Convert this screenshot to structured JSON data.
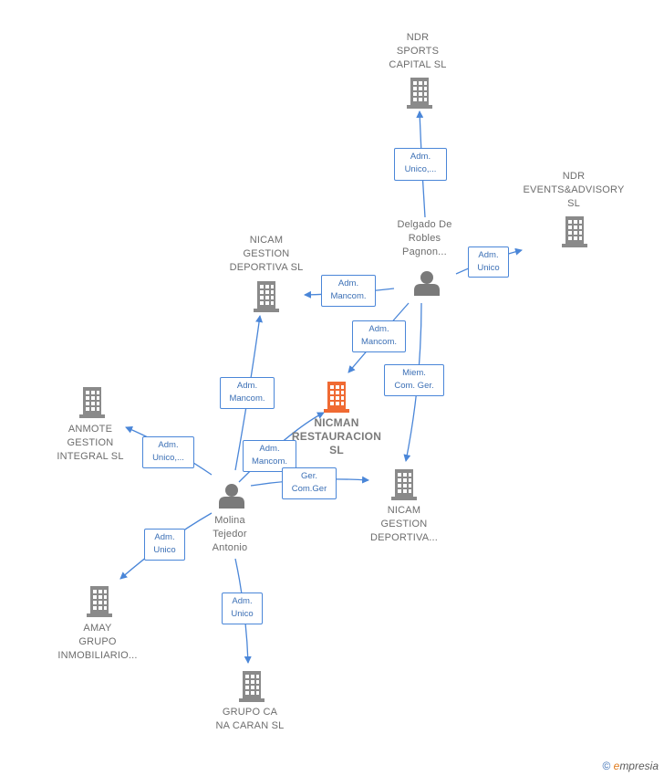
{
  "colors": {
    "edge": "#4a86d8",
    "building": "#8a8a8a",
    "building_center": "#f06a33",
    "person": "#7a7a7a"
  },
  "nodes": {
    "ndr_sports": "NDR\nSPORTS\nCAPITAL  SL",
    "ndr_events": "NDR\nEVENTS&ADVISORY\nSL",
    "delgado": "Delgado De\nRobles\nPagnon...",
    "nicam_gestion_sl": "NICAM\nGESTION\nDEPORTIVA  SL",
    "nicman_rest": "NICMAN\nRESTAURACION\nSL",
    "anmote": "ANMOTE\nGESTION\nINTEGRAL  SL",
    "nicam_gestion_dots": "NICAM\nGESTION\nDEPORTIVA...",
    "molina": "Molina\nTejedor\nAntonio",
    "amay": "AMAY\nGRUPO\nINMOBILIARIO...",
    "grupo_ca": "GRUPO CA\nNA CARAN  SL"
  },
  "edges": {
    "e1": "Adm.\nUnico,...",
    "e2": "Adm.\nUnico",
    "e3": "Adm.\nMancom.",
    "e4": "Adm.\nMancom.",
    "e5": "Miem.\nCom. Ger.",
    "e6": "Adm.\nMancom.",
    "e7": "Adm.\nUnico,...",
    "e8": "Adm.\nMancom.",
    "e9": "Ger.\nCom.Ger",
    "e10": "Adm.\nUnico",
    "e11": "Adm.\nUnico"
  },
  "footer": {
    "copyright": "©",
    "brand_e": "e",
    "brand_rest": "mpresia"
  }
}
